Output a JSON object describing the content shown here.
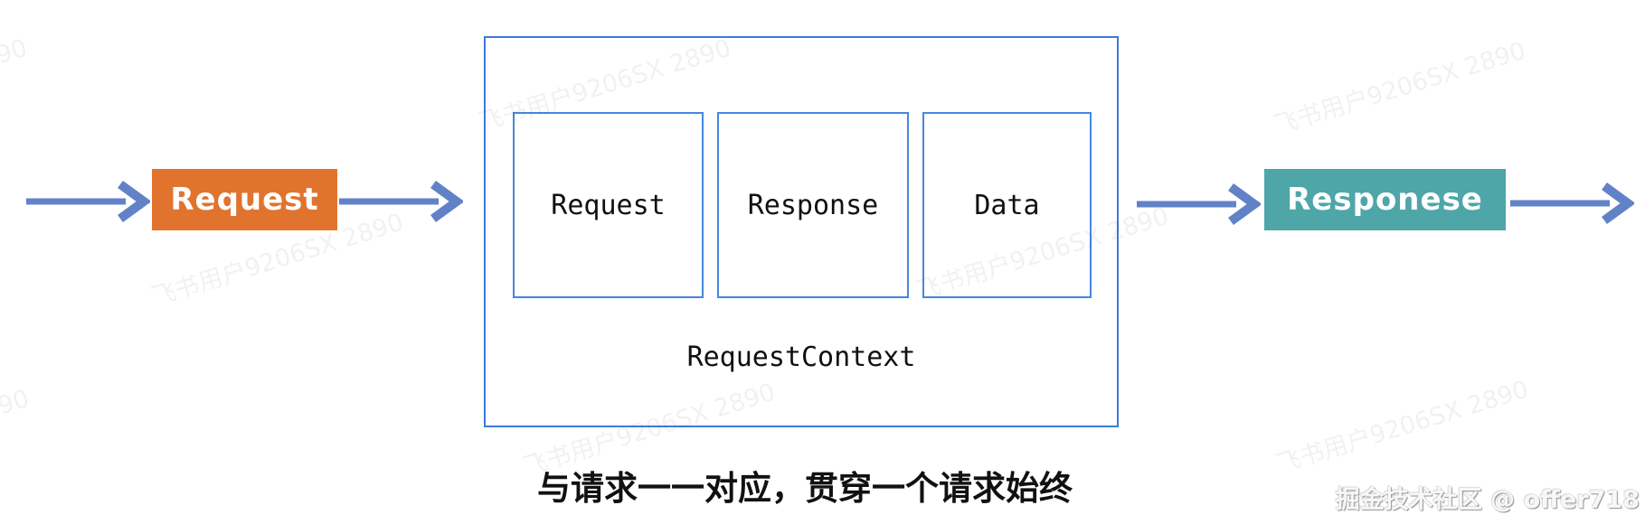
{
  "diagram": {
    "input_label": "Request",
    "output_label": "Responese",
    "container": {
      "items": [
        {
          "label": "Request"
        },
        {
          "label": "Response"
        },
        {
          "label": "Data"
        }
      ],
      "caption": "RequestContext"
    },
    "footnote": "与请求一一对应，贯穿一个请求始终"
  },
  "watermark": {
    "text": "飞书用户9206SX 2890"
  },
  "credit": {
    "text": "掘金技术社区 @ offer718"
  },
  "colors": {
    "arrow": "#6282C8",
    "request_node": "#E0742E",
    "response_node": "#4EA6A9",
    "container_border": "#3B7CD9",
    "inner_border": "#4587DE",
    "watermark": "#EFEFEF",
    "text": "#111111"
  }
}
